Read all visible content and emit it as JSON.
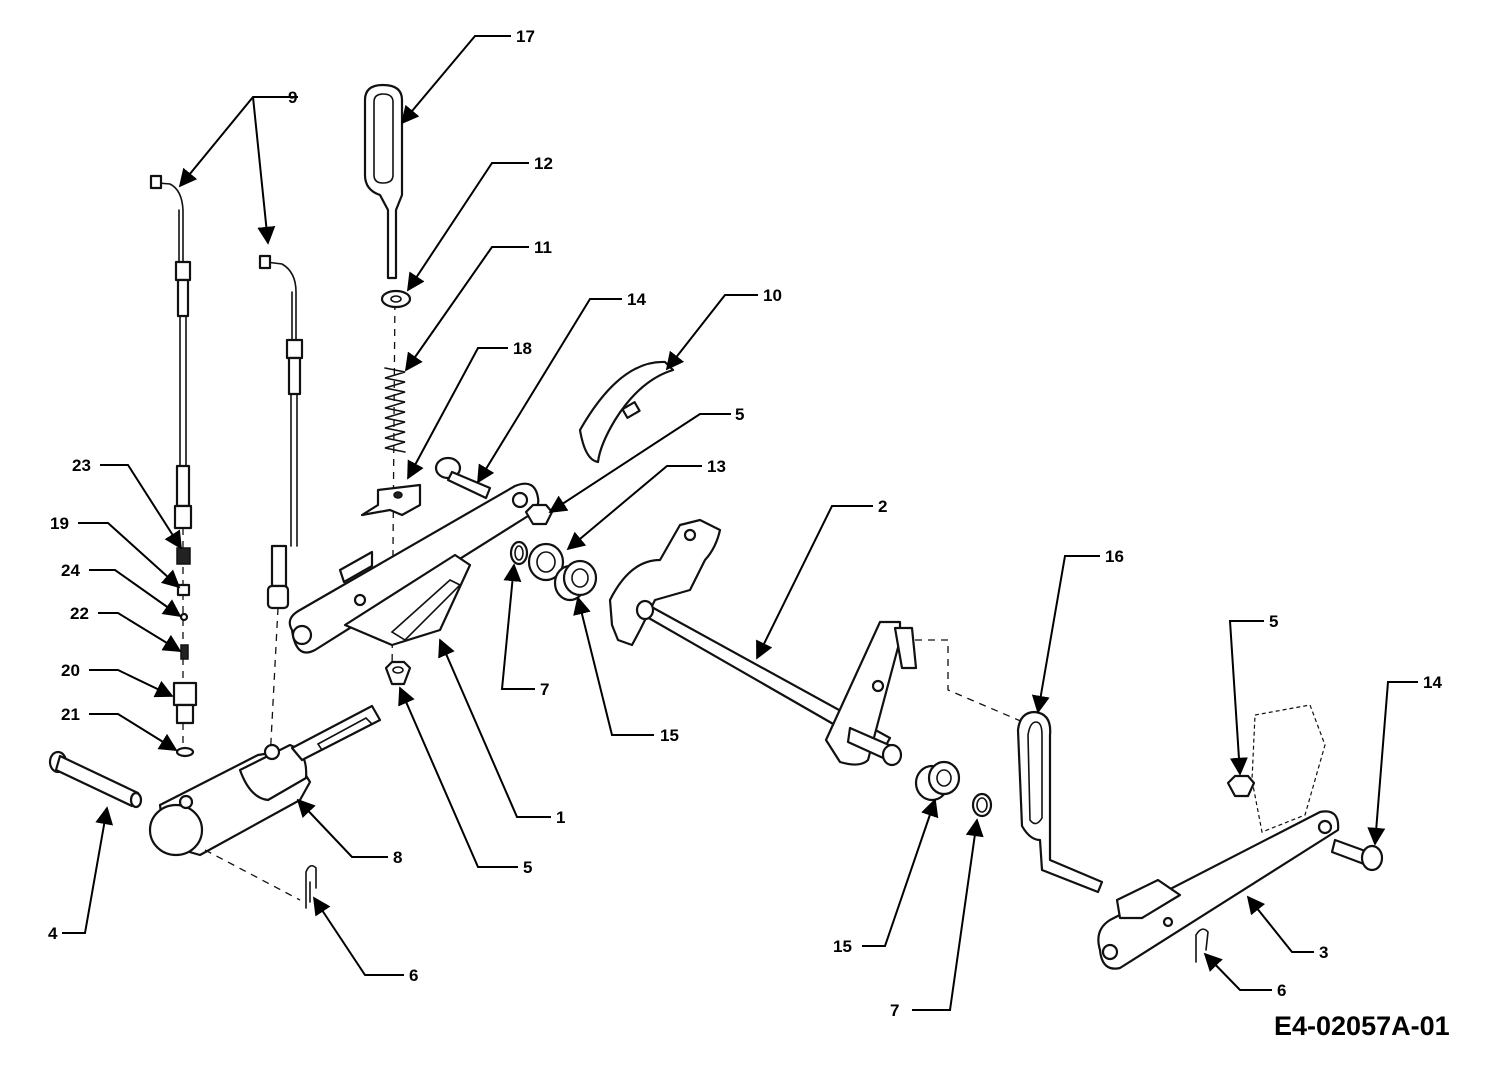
{
  "drawing_number": "E4-02057A-01",
  "callouts": {
    "c1": "1",
    "c2": "2",
    "c3": "3",
    "c4": "4",
    "c5a": "5",
    "c5b": "5",
    "c5c": "5",
    "c6a": "6",
    "c6b": "6",
    "c7a": "7",
    "c7b": "7",
    "c8": "8",
    "c9": "9",
    "c10": "10",
    "c11": "11",
    "c12": "12",
    "c13": "13",
    "c14a": "14",
    "c14b": "14",
    "c15a": "15",
    "c15b": "15",
    "c16": "16",
    "c17": "17",
    "c18": "18",
    "c19": "19",
    "c20": "20",
    "c21": "21",
    "c22": "22",
    "c23": "23",
    "c24": "24"
  }
}
